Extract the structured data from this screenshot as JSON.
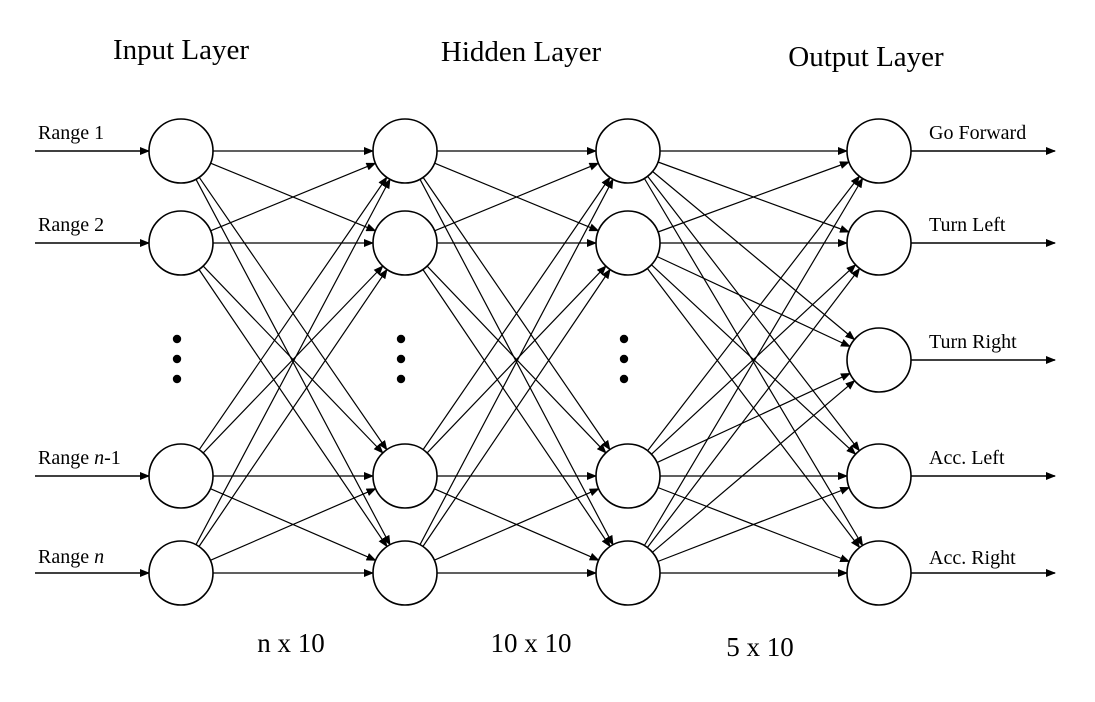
{
  "diagram": {
    "layers": [
      {
        "id": "input",
        "title": "Input Layer",
        "node_count": 4,
        "has_ellipsis": true
      },
      {
        "id": "hidden1",
        "title": "Hidden Layer",
        "node_count": 4,
        "has_ellipsis": true
      },
      {
        "id": "hidden2",
        "title": "",
        "node_count": 4,
        "has_ellipsis": true
      },
      {
        "id": "output",
        "title": "Output Layer",
        "node_count": 5,
        "has_ellipsis": false
      }
    ],
    "inputs": [
      {
        "prefix": "Range ",
        "var": "",
        "suffix": "1"
      },
      {
        "prefix": "Range ",
        "var": "",
        "suffix": "2"
      },
      {
        "prefix": "Range ",
        "var": "n",
        "suffix": "-1"
      },
      {
        "prefix": "Range ",
        "var": "n",
        "suffix": ""
      }
    ],
    "outputs": [
      "Go Forward",
      "Turn Left",
      "Turn Right",
      "Acc. Left",
      "Acc. Right"
    ],
    "weight_dims": [
      "n x 10",
      "10 x 10",
      "5 x 10"
    ],
    "colors": {
      "stroke": "#000000",
      "background": "#ffffff"
    }
  }
}
